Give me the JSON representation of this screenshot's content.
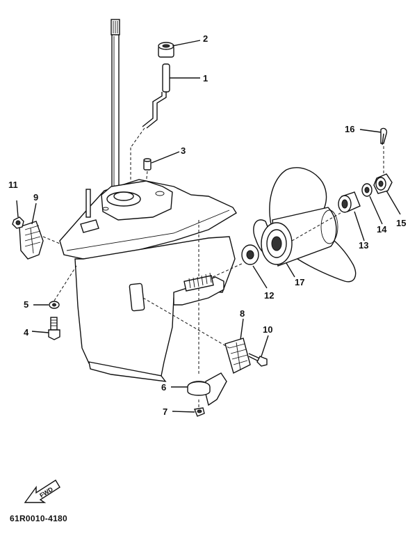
{
  "diagram": {
    "callouts": [
      "1",
      "2",
      "3",
      "4",
      "5",
      "6",
      "7",
      "8",
      "9",
      "10",
      "11",
      "12",
      "13",
      "14",
      "15",
      "16",
      "17"
    ],
    "fwd_label": "FWD",
    "reference_code": "61R0010-4180"
  }
}
